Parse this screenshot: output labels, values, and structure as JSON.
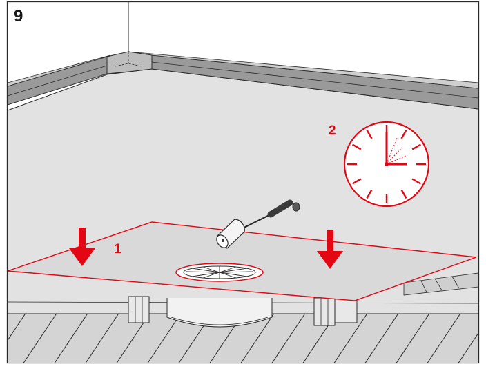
{
  "diagram": {
    "step_number": "9",
    "callouts": {
      "floor_sheet": "1",
      "waiting_time": "2"
    },
    "colors": {
      "accent": "#e30613",
      "wall": "#e2e2e2",
      "floor": "#d4d4d4",
      "sheet": "#d9d9d9",
      "outline": "#2a2a2a",
      "roller_handle": "#4a4a4a"
    },
    "icons": [
      "press-down-arrow-icon",
      "roller-icon",
      "clock-icon",
      "floor-drain-icon"
    ]
  }
}
